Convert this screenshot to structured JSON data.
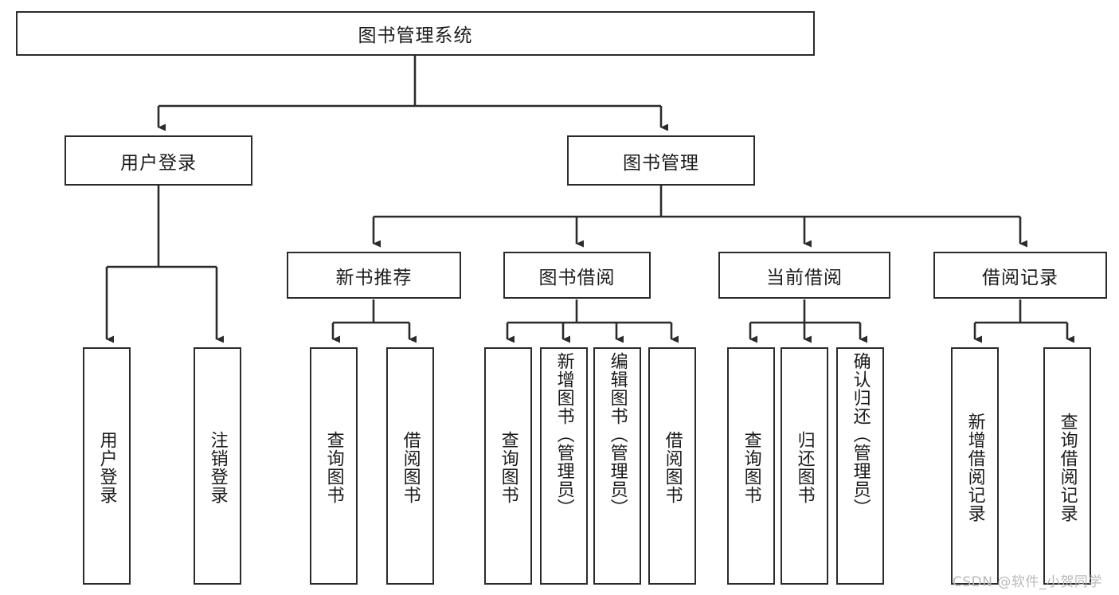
{
  "diagram": {
    "type": "tree",
    "title": "图书管理系统",
    "watermark": "CSDN @软件_小贺同学",
    "colors": {
      "stroke": "#2b2b2b",
      "fill": "#ffffff",
      "text": "#1b1b1b",
      "watermark": "#b9b9b9"
    },
    "nodes": {
      "root": {
        "label": "图书管理系统"
      },
      "level2": [
        {
          "id": "user-login",
          "label": "用户登录"
        },
        {
          "id": "book-manage",
          "label": "图书管理"
        }
      ],
      "level3": [
        {
          "id": "new-book-recommend",
          "label": "新书推荐"
        },
        {
          "id": "book-borrow",
          "label": "图书借阅"
        },
        {
          "id": "current-borrow",
          "label": "当前借阅"
        },
        {
          "id": "borrow-record",
          "label": "借阅记录"
        }
      ],
      "leaves": {
        "user-login": [
          {
            "id": "leaf-user-login",
            "label": "用户登录"
          },
          {
            "id": "leaf-logout-login",
            "label": "注销登录"
          }
        ],
        "new-book-recommend": [
          {
            "id": "leaf-query-book-1",
            "label": "查询图书"
          },
          {
            "id": "leaf-borrow-book-1",
            "label": "借阅图书"
          }
        ],
        "book-borrow": [
          {
            "id": "leaf-query-book-2",
            "label": "查询图书"
          },
          {
            "id": "leaf-add-book-admin",
            "label": "新增图书（管理员）"
          },
          {
            "id": "leaf-edit-book-admin",
            "label": "编辑图书（管理员）"
          },
          {
            "id": "leaf-borrow-book-2",
            "label": "借阅图书"
          }
        ],
        "current-borrow": [
          {
            "id": "leaf-query-book-3",
            "label": "查询图书"
          },
          {
            "id": "leaf-return-book",
            "label": "归还图书"
          },
          {
            "id": "leaf-confirm-return-admin",
            "label": "确认归还（管理员）"
          }
        ],
        "borrow-record": [
          {
            "id": "leaf-add-borrow-record",
            "label": "新增借阅记录"
          },
          {
            "id": "leaf-query-borrow-record",
            "label": "查询借阅记录"
          }
        ]
      }
    }
  }
}
